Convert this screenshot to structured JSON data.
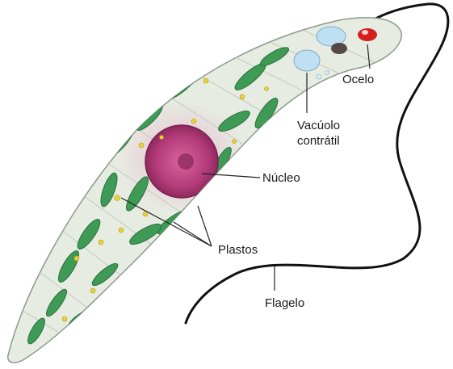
{
  "labels": {
    "ocelo": "Ocelo",
    "vacuolo_line1": "Vacúolo",
    "vacuolo_line2": "contrátil",
    "nucleo": "Núcleo",
    "plastos": "Plastos",
    "flagelo": "Flagelo"
  },
  "colors": {
    "cell_body": "#e7ece2",
    "cell_outline": "#8a9a8a",
    "plastid": "#3e9a55",
    "plastid_dark": "#2a6f3c",
    "nucleus": "#b53b7a",
    "nucleus_halo": "#e7b6cf",
    "vacuole": "#bfe0f2",
    "eyespot": "#d62020",
    "granule": "#e8d23a",
    "flagellum": "#111111",
    "leader_line": "#222222"
  }
}
